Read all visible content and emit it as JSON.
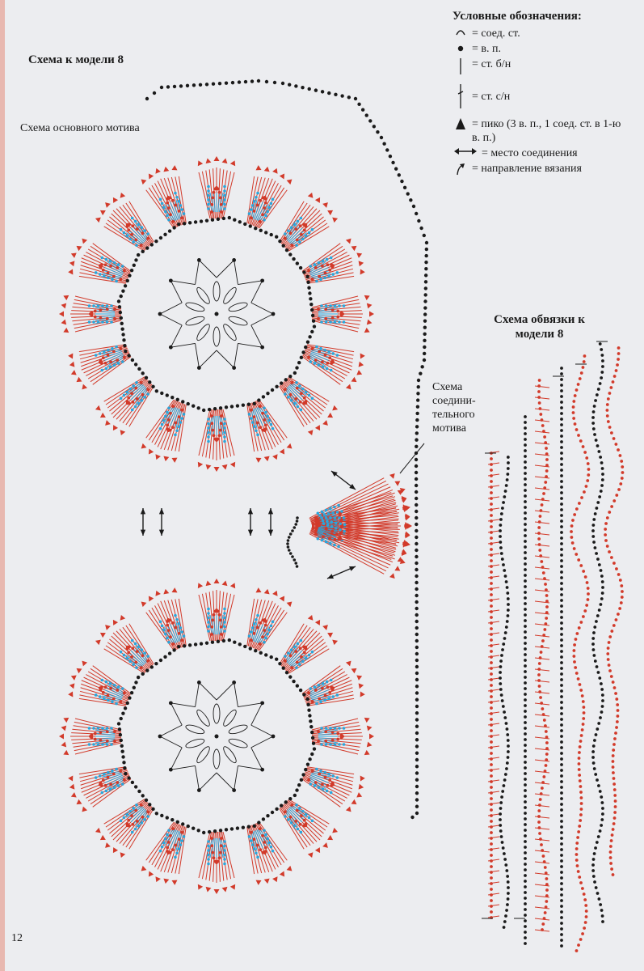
{
  "page": {
    "title": "Схема к модели 8",
    "page_number": "12"
  },
  "labels": {
    "main_motif": "Схема основного мотива",
    "joining_motif": "Схема соедини-тельного мотива",
    "edging_title": "Схема обвязки к модели 8"
  },
  "legend": {
    "title": "Условные обозначения:",
    "items": [
      {
        "icon": "slip-stitch-icon",
        "text": "= соед. ст."
      },
      {
        "icon": "chain-stitch-icon",
        "text": "= в. п."
      },
      {
        "icon": "single-crochet-icon",
        "text": "= ст. б/н"
      },
      {
        "icon": "double-crochet-icon",
        "text": "= ст. с/н"
      },
      {
        "icon": "picot-icon",
        "text": "= пико (3 в. п., 1 соед. ст. в 1-ю в. п.)"
      },
      {
        "icon": "join-point-icon",
        "text": "= место соединения"
      },
      {
        "icon": "direction-icon",
        "text": "= направление вязания"
      }
    ]
  },
  "colors": {
    "red": "#d23a2a",
    "blue": "#2aa6dc",
    "black": "#1a1a1a",
    "background": "#ecedf0"
  }
}
